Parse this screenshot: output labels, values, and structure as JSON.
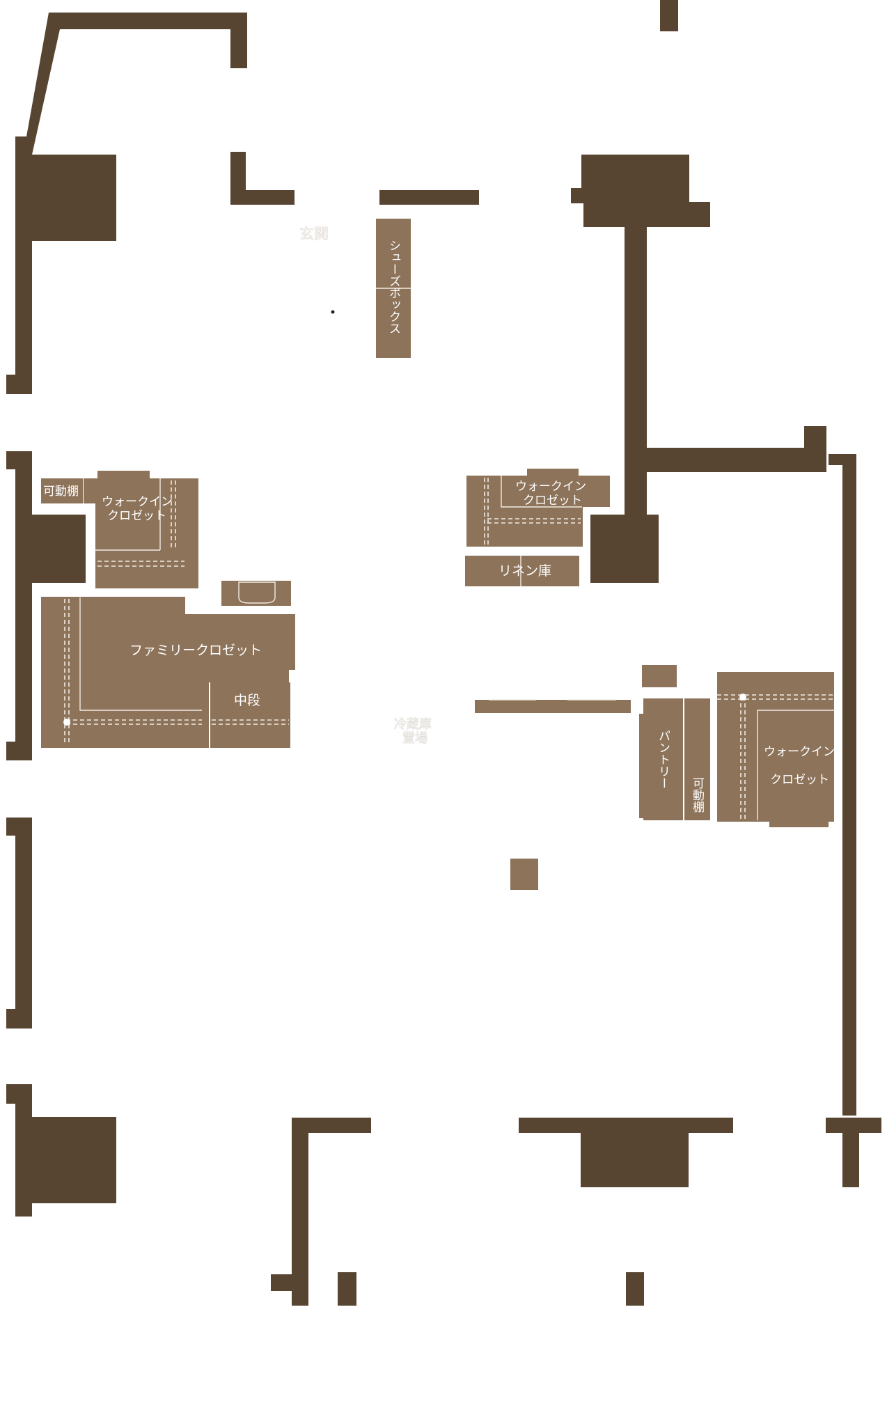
{
  "colors": {
    "wall": "#574532",
    "storage": "#8c735a",
    "background": "#ffffff"
  },
  "labels": {
    "entrance": "玄関",
    "shoebox": "シューズボックス",
    "adjustable_shelf_left": "可動棚",
    "walkin_closet_left_line1": "ウォークイン",
    "walkin_closet_left_line2": "クロゼット",
    "family_closet": "ファミリークロゼット",
    "middle_shelf": "中段",
    "walkin_closet_upper_line1": "ウォークイン",
    "walkin_closet_upper_line2": "クロゼット",
    "linen_storage": "リネン庫",
    "fridge_line1": "冷蔵庫",
    "fridge_line2": "置場",
    "pantry": "パントリー",
    "adjustable_shelf_right": "可動棚",
    "walkin_closet_right_line1": "ウォークイン",
    "walkin_closet_right_line2": "クロゼット"
  }
}
